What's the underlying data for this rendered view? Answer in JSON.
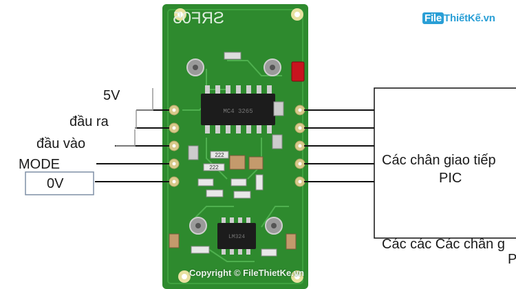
{
  "board": {
    "silkscreen": "SRF05",
    "chip_top": "MC4 3265",
    "chip_bottom": "LM324",
    "resistor_code": "222"
  },
  "labels": {
    "v5": "5V",
    "out": "đầu ra",
    "in": "đầu vào",
    "mode": "MODE",
    "gnd": "0V"
  },
  "pic_box": {
    "line1": "Các chân giao tiếp",
    "line2": "PIC",
    "line3": "Các các Các chân g",
    "line4": "P"
  },
  "watermark": {
    "brand_part1": "File",
    "brand_part2": "ThiếtKế.vn",
    "copyright": "Copyright © FileThietKe.vn"
  },
  "colors": {
    "pcb": "#2e8a2e",
    "pcb_dark": "#1f6a1f",
    "pad": "#d8c98a",
    "chip": "#1c1c1c",
    "accent": "#2a9fd6"
  }
}
